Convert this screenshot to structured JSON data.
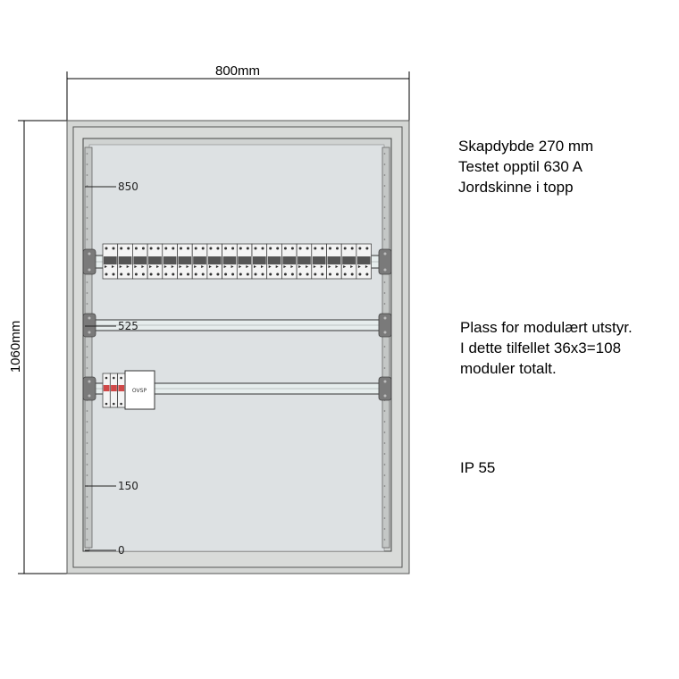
{
  "dimensions": {
    "width_label": "800mm",
    "height_label": "1060mm"
  },
  "levels": [
    "850",
    "525",
    "150",
    "0"
  ],
  "device_label": "OVSP",
  "breaker_row": {
    "breaker_count": 18,
    "modules_per_breaker": 2
  },
  "notes": {
    "specs": [
      "Skapdybde 270 mm",
      "Testet opptil 630 A",
      "Jordskinne i topp"
    ],
    "modular": [
      "Plass for modulært utstyr.",
      "I dette tilfellet 36x3=108",
      "moduler totalt."
    ],
    "ip": "IP 55"
  },
  "colors": {
    "cabinet": "#d4d6d4",
    "plate": "#dde1e3",
    "rail": "#e6eded",
    "bracket": "#7a7a7a",
    "breaker_red": "#d04848"
  }
}
